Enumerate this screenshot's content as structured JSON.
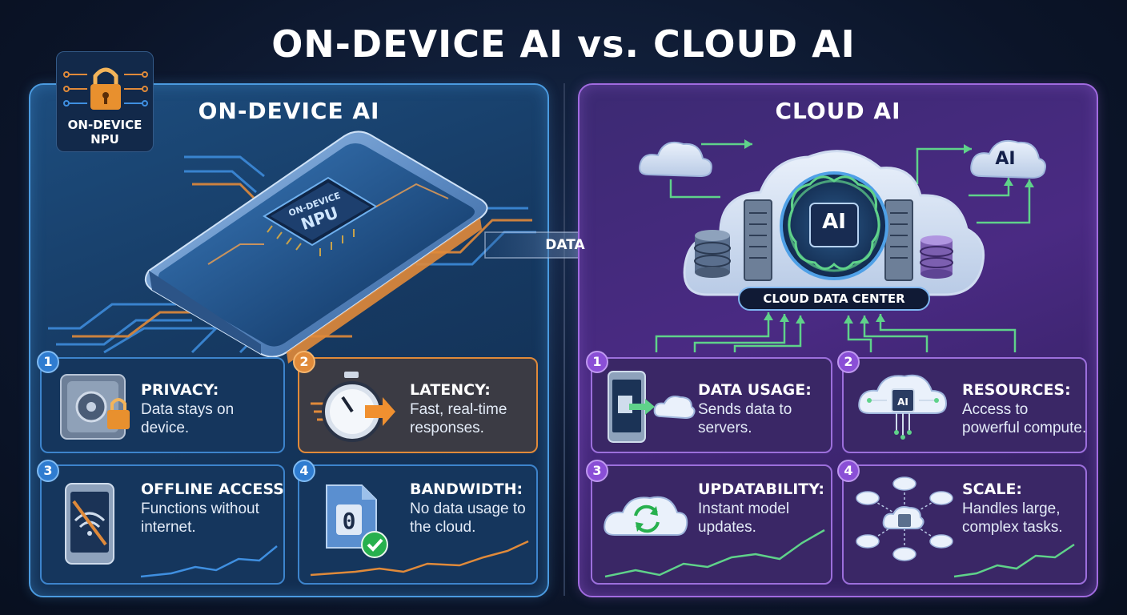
{
  "title": "ON-DEVICE AI vs. CLOUD AI",
  "left_panel": {
    "title": "ON-DEVICE AI",
    "badge_label_line1": "ON-DEVICE",
    "badge_label_line2": "NPU",
    "chip_label_line1": "ON-DEVICE",
    "chip_label_line2": "NPU",
    "cards": [
      {
        "number": "1",
        "heading": "PRIVACY:",
        "body": "Data stays on device.",
        "icon": "safe-lock-icon"
      },
      {
        "number": "2",
        "heading": "LATENCY:",
        "body": "Fast, real-time responses.",
        "icon": "stopwatch-icon"
      },
      {
        "number": "3",
        "heading": "OFFLINE ACCESS:",
        "body": "Functions without internet.",
        "icon": "phone-no-wifi-icon"
      },
      {
        "number": "4",
        "heading": "BANDWIDTH:",
        "body": "No data usage to the cloud.",
        "icon": "file-zero-check-icon",
        "file_digit": "0"
      }
    ]
  },
  "arrow_label": "DATA",
  "right_panel": {
    "title": "CLOUD AI",
    "data_center_label": "CLOUD DATA CENTER",
    "core_label": "AI",
    "small_cloud_label": "AI",
    "chip_label": "AI",
    "cards": [
      {
        "number": "1",
        "heading": "DATA USAGE:",
        "body": "Sends data to servers.",
        "icon": "phone-to-cloud-icon"
      },
      {
        "number": "2",
        "heading": "RESOURCES:",
        "body": "Access to powerful compute.",
        "icon": "cloud-chip-icon"
      },
      {
        "number": "3",
        "heading": "UPDATABILITY:",
        "body": "Instant model updates.",
        "icon": "cloud-sync-icon"
      },
      {
        "number": "4",
        "heading": "SCALE:",
        "body": "Handles large, complex tasks.",
        "icon": "cloud-network-icon"
      }
    ]
  },
  "colors": {
    "blue_accent": "#4b9be0",
    "orange_accent": "#e08a3a",
    "purple_accent": "#a16be0",
    "green_accent": "#5fd28a"
  }
}
